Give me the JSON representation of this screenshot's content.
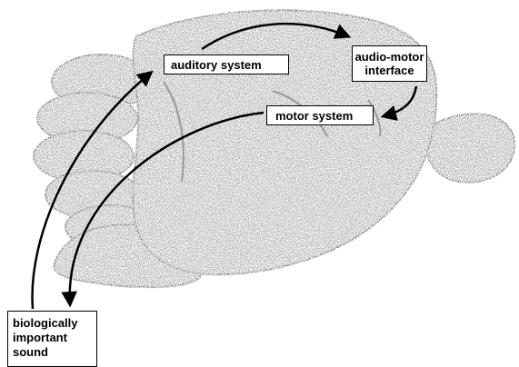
{
  "diagram": {
    "labels": {
      "auditory_system": "auditory system",
      "audio_motor_interface": [
        "audio-motor",
        "interface"
      ],
      "motor_system": "motor system",
      "biologically_important_sound": [
        "biologically",
        "important",
        "sound"
      ]
    },
    "colors": {
      "brain_fill": "#bcbcbc",
      "brain_edge": "#8a8a8a",
      "arrow": "#000000",
      "background": "#ffffff"
    },
    "connections": [
      {
        "from": "biologically_important_sound",
        "to": "auditory_system"
      },
      {
        "from": "auditory_system",
        "to": "audio_motor_interface"
      },
      {
        "from": "audio_motor_interface",
        "to": "motor_system"
      },
      {
        "from": "motor_system",
        "to": "biologically_important_sound"
      }
    ]
  }
}
